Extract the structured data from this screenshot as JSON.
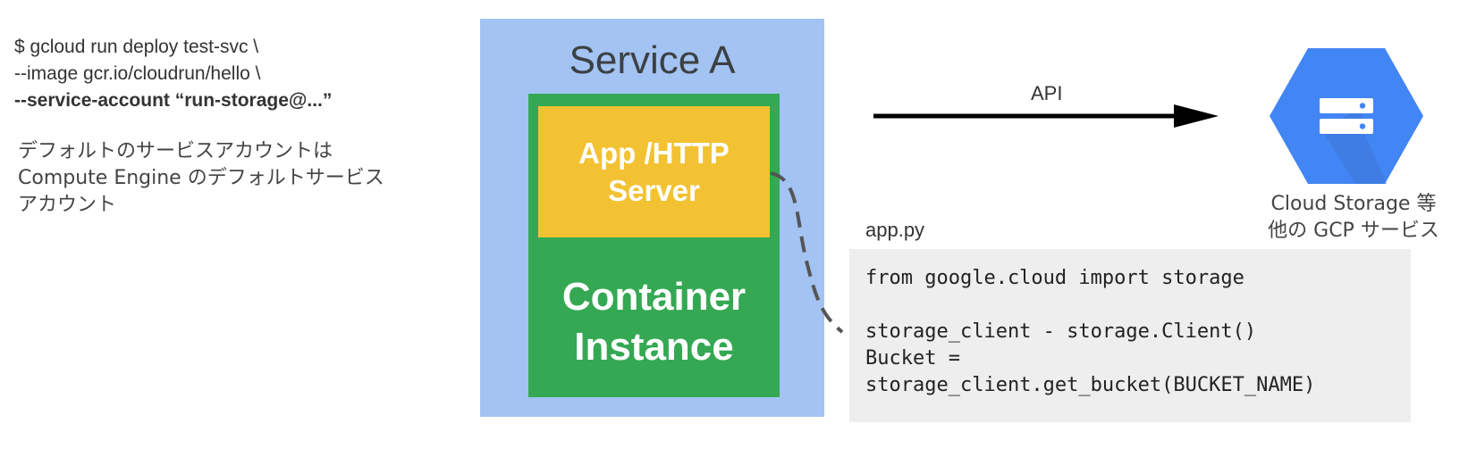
{
  "command": {
    "line1": "$ gcloud run deploy test-svc \\",
    "line2": "--image  gcr.io/cloudrun/hello \\",
    "line3": "--service-account “run-storage@...”"
  },
  "note": {
    "line1": "デフォルトのサービスアカウントは",
    "line2": "Compute Engine のデフォルトサービス",
    "line3": "アカウント"
  },
  "service": {
    "title": "Service A",
    "app_line1": "App /HTTP",
    "app_line2": "Server",
    "container_line1": "Container",
    "container_line2": "Instance"
  },
  "api_label": "API",
  "gcs": {
    "icon": "cloud-storage-icon",
    "line1": "Cloud Storage 等",
    "line2": "他の GCP サービス"
  },
  "file": {
    "name": "app.py",
    "lines": [
      "from google.cloud import storage",
      "",
      "storage_client - storage.Client()",
      "Bucket =",
      "storage_client.get_bucket(BUCKET_NAME)"
    ]
  },
  "colors": {
    "service_bg": "#a3c3f3",
    "container_bg": "#34a853",
    "app_bg": "#f2c232",
    "gcs_blue": "#4285f4",
    "code_bg": "#eeeeee"
  }
}
